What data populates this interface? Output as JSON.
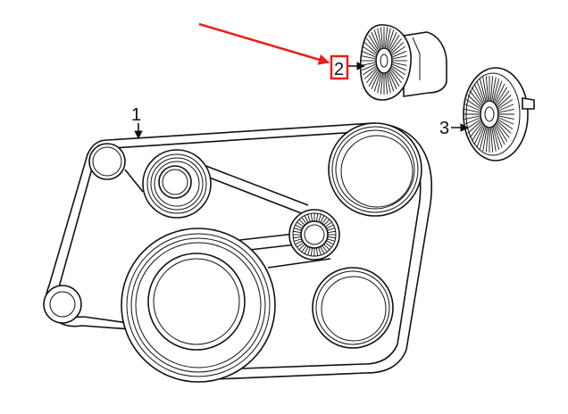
{
  "callouts": {
    "belt": "1",
    "tensioner": "2",
    "idler": "3"
  },
  "colors": {
    "highlight": "#e8201c",
    "line": "#111111",
    "background": "#ffffff"
  }
}
